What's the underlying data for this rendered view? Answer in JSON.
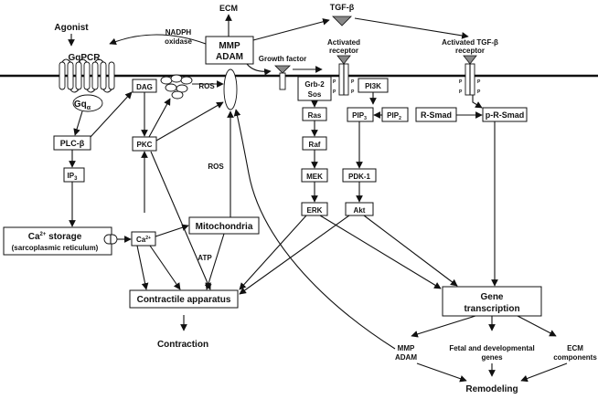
{
  "labels": {
    "agonist": "Agonist",
    "gqpcr": "GqPCR",
    "gq_main": "Gq",
    "gq_sub": "α",
    "ecm_top": "ECM",
    "mmp": "MMP",
    "adam": "ADAM",
    "tgfb": "TGF-β",
    "nadph": "NADPH",
    "oxidase": "oxidase",
    "ros_top": "ROS",
    "ros_mid": "ROS",
    "atp": "ATP",
    "growth_factor": "Growth factor",
    "activated": "Activated",
    "receptor": "receptor",
    "activated_tgfb": "Activated TGF-β",
    "receptor_tgfb": "receptor",
    "dag": "DAG",
    "plcb": "PLC-β",
    "ip3_main": "IP",
    "ip3_sub": "3",
    "pkc": "PKC",
    "ca_storage_main": "Ca",
    "ca_storage_sup": "2+",
    "ca_storage_tail": " storage",
    "sarcoplasmic": "(sarcoplasmic reticulum)",
    "ca_main": "Ca",
    "ca_sup": "2+",
    "mitochondria": "Mitochondria",
    "grb2": "Grb-2",
    "sos": "Sos",
    "ras": "Ras",
    "raf": "Raf",
    "mek": "MEK",
    "erk": "ERK",
    "pi3k": "PI3K",
    "pip3_main": "PIP",
    "pip3_sub": "3",
    "pip2_main": "PIP",
    "pip2_sub": "2",
    "pdk1": "PDK-1",
    "akt": "Akt",
    "rsmad": "R-Smad",
    "prsmad": "p-R-Smad",
    "p": "P",
    "contractile": "Contractile apparatus",
    "contraction": "Contraction",
    "gene": "Gene",
    "transcription": "transcription",
    "mmp_bottom": "MMP",
    "adam_bottom": "ADAM",
    "fetal1": "Fetal and developmental",
    "fetal2": "genes",
    "ecm_comp1": "ECM",
    "ecm_comp2": "components",
    "remodeling": "Remodeling"
  }
}
